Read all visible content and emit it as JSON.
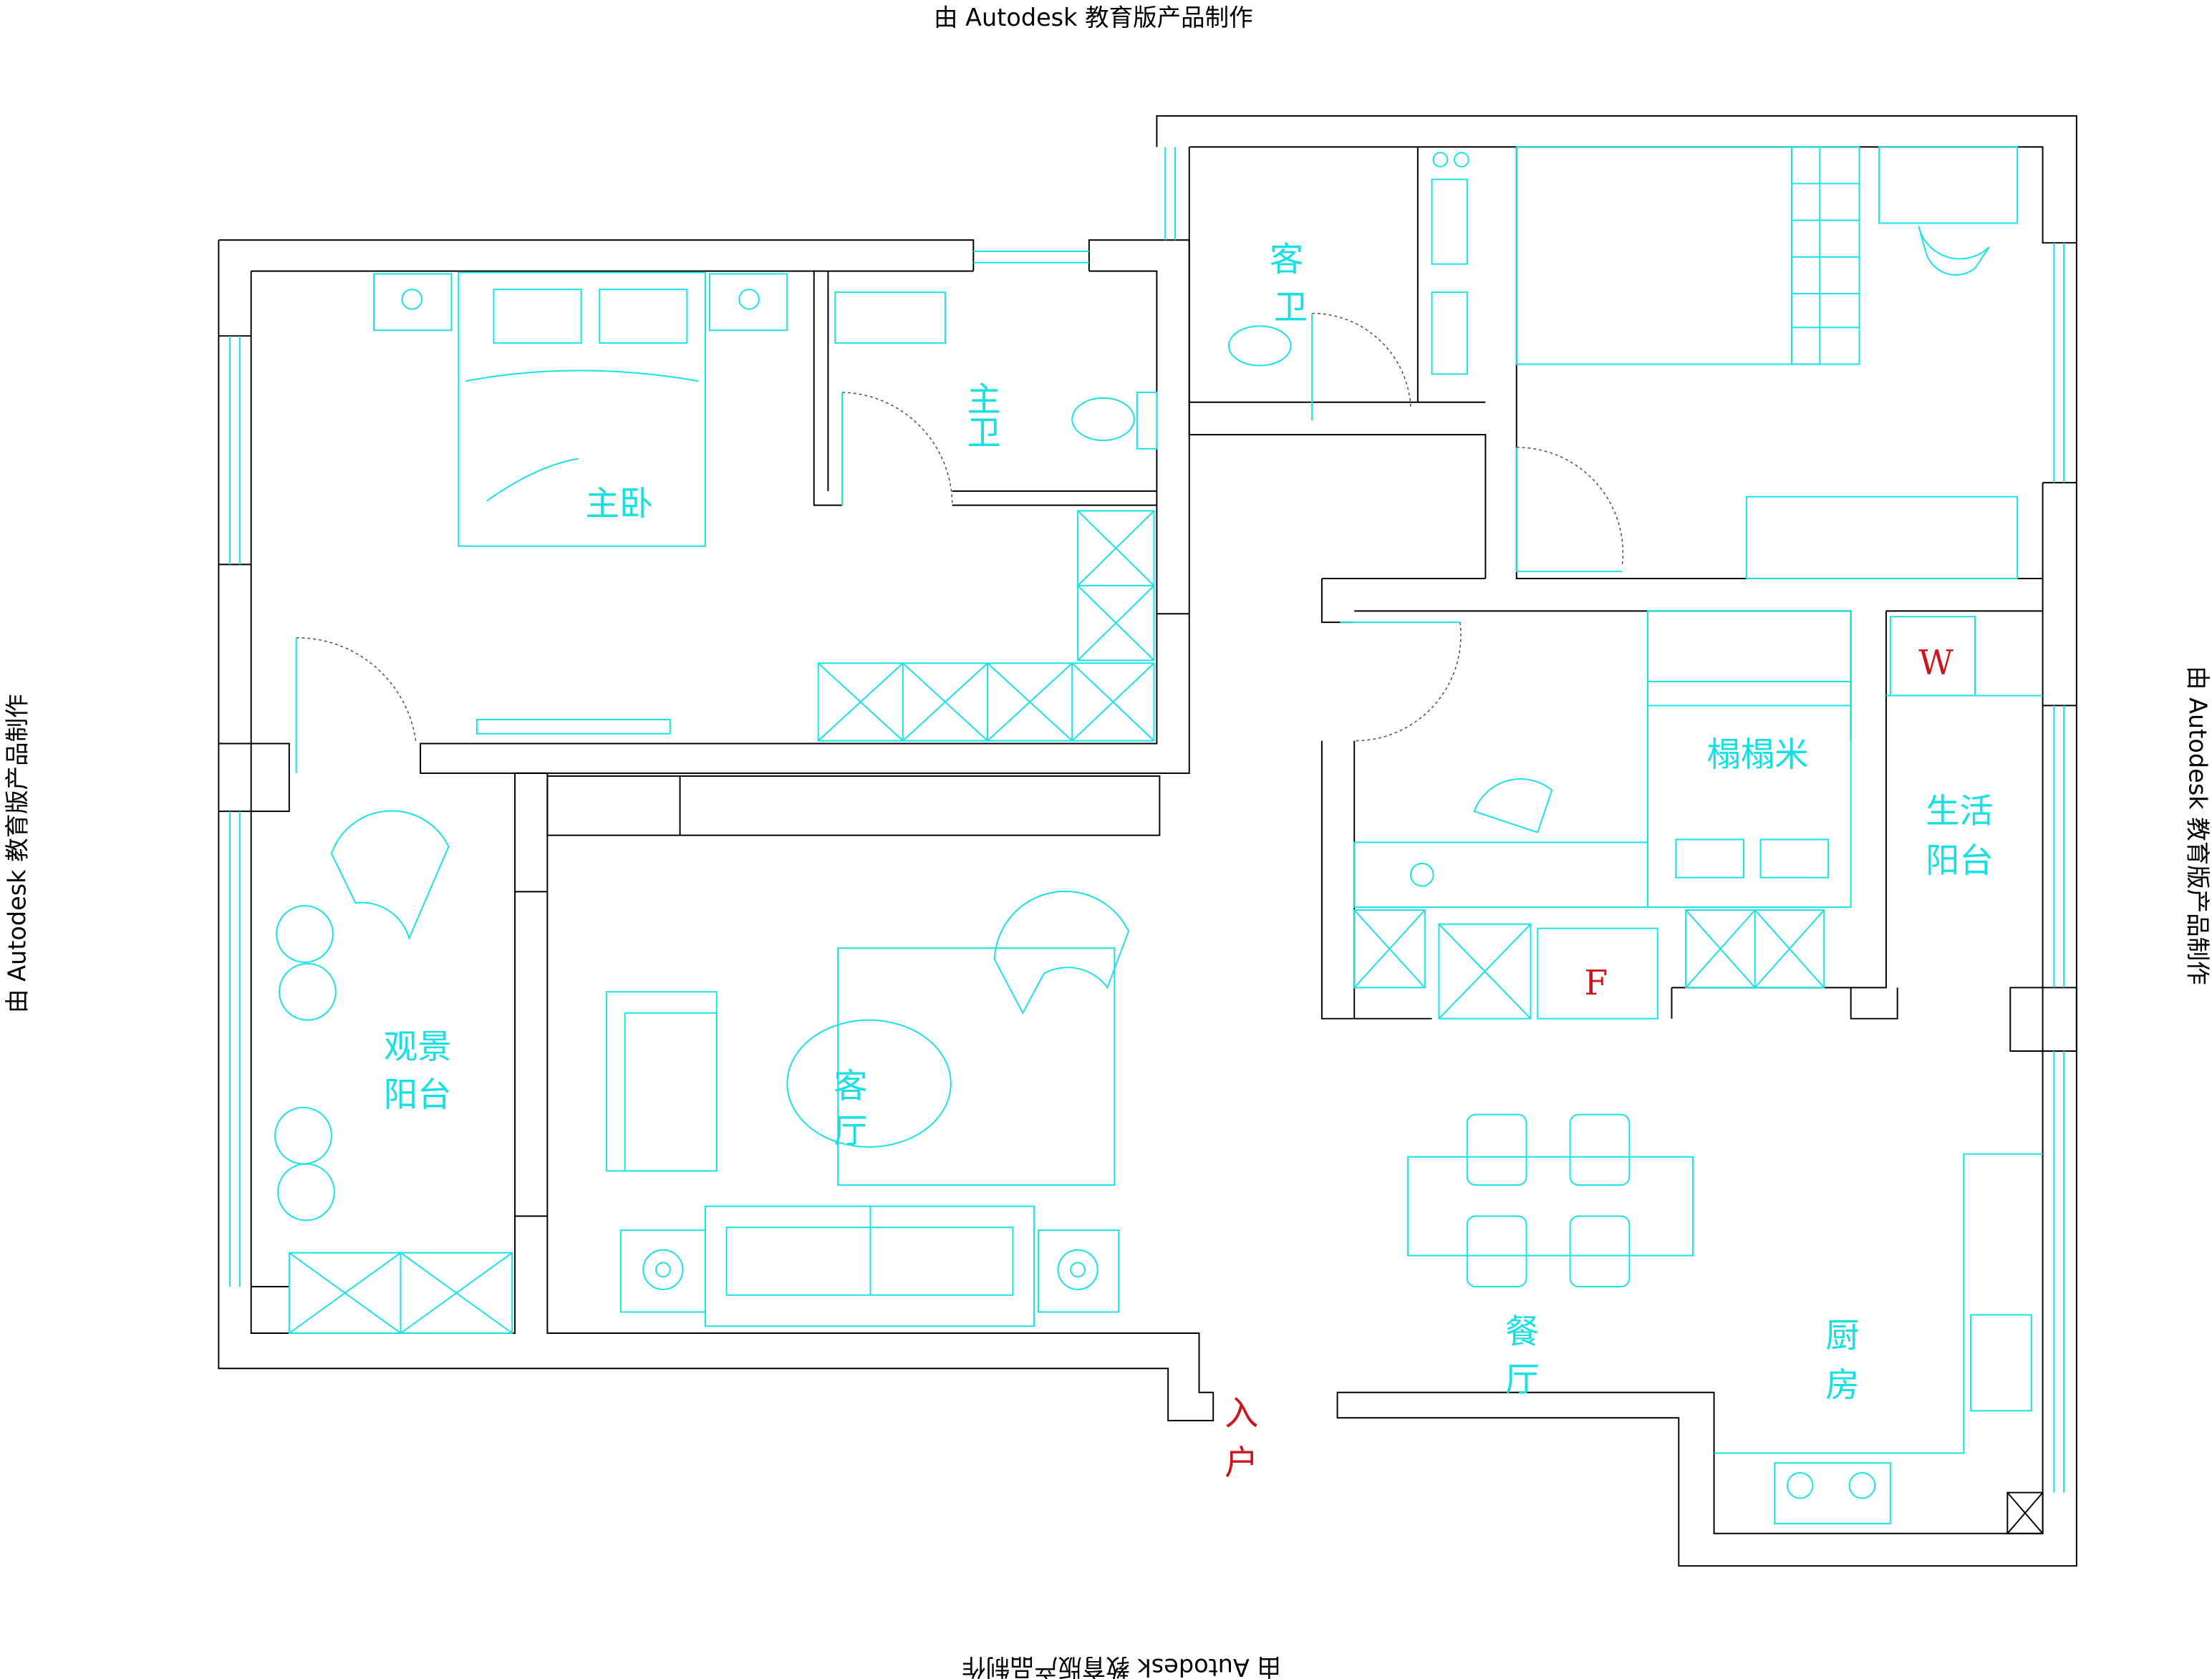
{
  "watermark": "由 Autodesk 教育版产品制作",
  "rooms": {
    "master_bedroom": "主卧",
    "master_bath": "主卫",
    "guest_bath_1": "客",
    "guest_bath_2": "卫",
    "tatami": "榻榻米",
    "service_balcony_1": "生活",
    "service_balcony_2": "阳台",
    "view_balcony_1": "观景",
    "view_balcony_2": "阳台",
    "living_1": "客",
    "living_2": "厅",
    "dining_1": "餐",
    "dining_2": "厅",
    "kitchen_1": "厨",
    "kitchen_2": "房",
    "entry_1": "入",
    "entry_2": "户"
  },
  "markers": {
    "washer": "W",
    "fridge": "F"
  },
  "colors": {
    "walls": "#000000",
    "furniture": "#17e3e6",
    "markers": "#d0141b"
  }
}
